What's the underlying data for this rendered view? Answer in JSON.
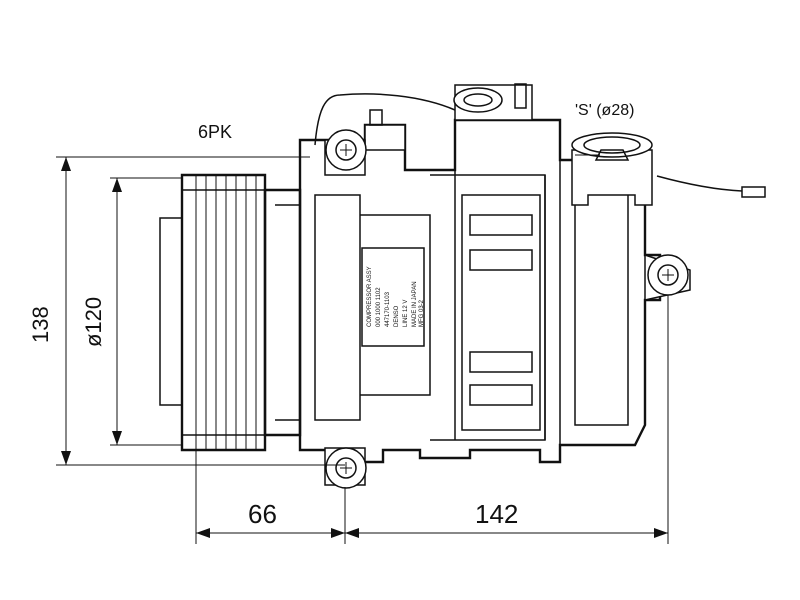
{
  "drawing": {
    "labels": {
      "belt": "6PK",
      "port": "'S' (ø28)",
      "height": "138",
      "pulley_diameter": "ø120",
      "pulley_offset": "66",
      "body_length": "142"
    },
    "nameplate_lines": [
      "COMPRESSOR ASSY",
      "000 1000 1102",
      "447170-1103",
      "DENSO",
      "LINE 12 V",
      "MADE IN JAPAN",
      "MFG 03-2"
    ]
  }
}
